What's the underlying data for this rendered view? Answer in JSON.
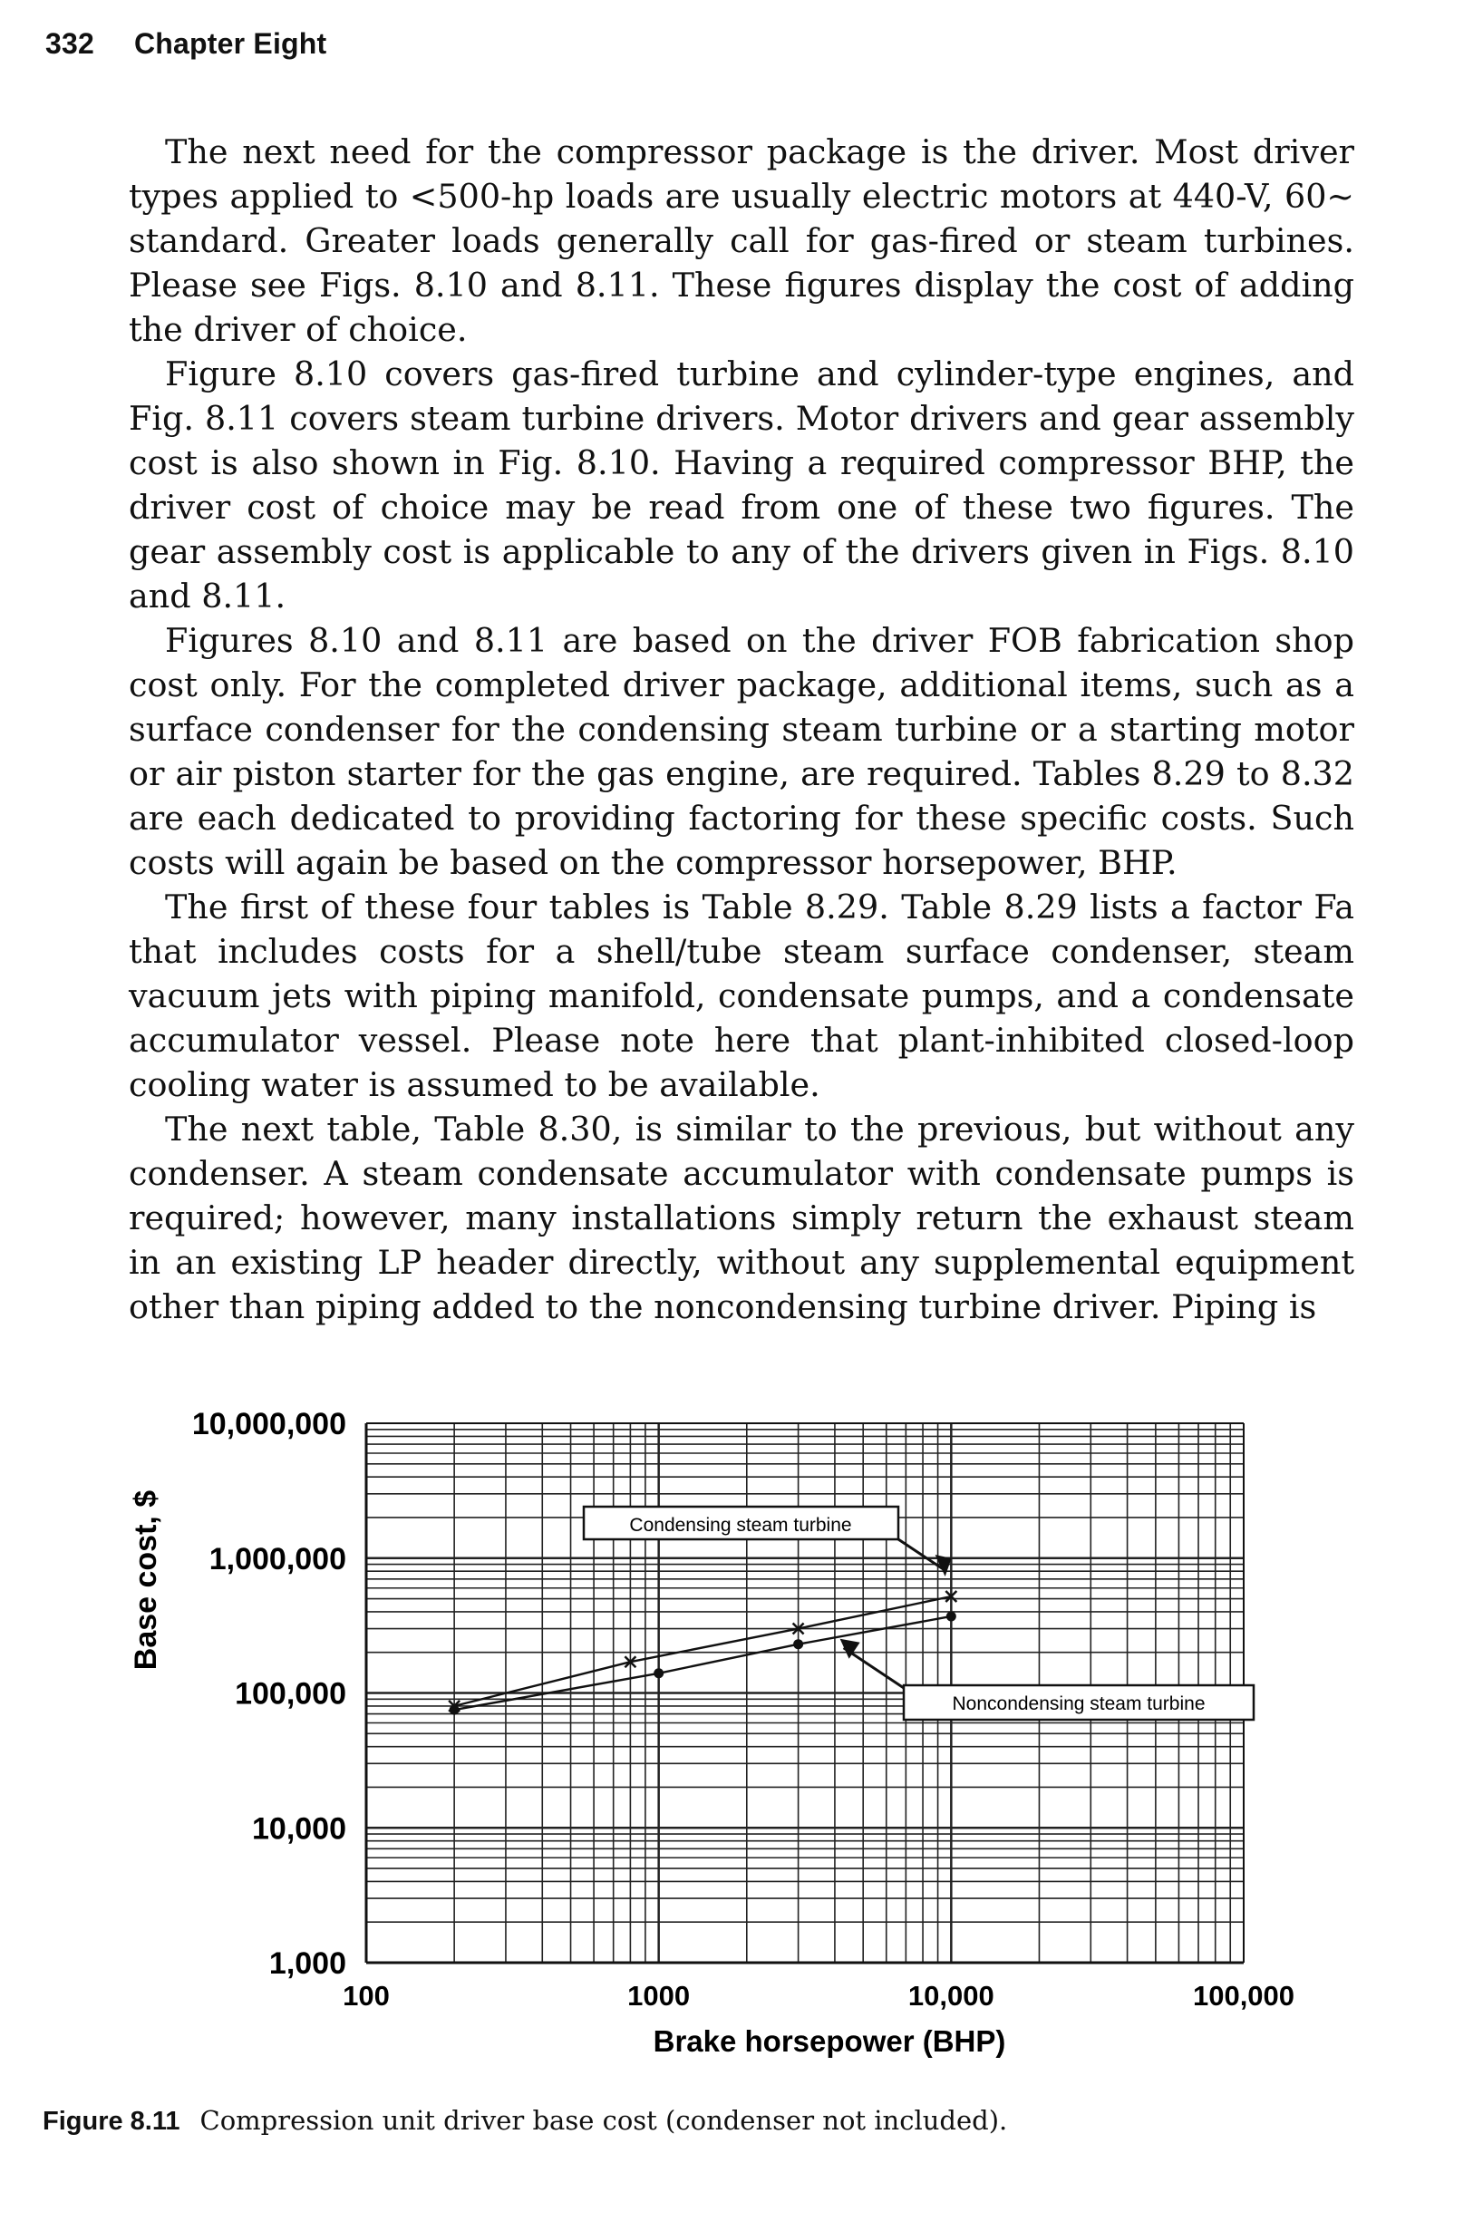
{
  "header": {
    "page_number": "332",
    "chapter": "Chapter Eight"
  },
  "paragraphs": [
    "The next need for the compressor package is the driver. Most driver types applied to <500-hp loads are usually electric motors at 440-V, 60~ standard. Greater loads generally call for gas-fired or steam turbines. Please see Figs. 8.10 and 8.11. These figures display the cost of adding the driver of choice.",
    "Figure 8.10 covers gas-fired turbine and cylinder-type engines, and Fig. 8.11 covers steam turbine drivers. Motor drivers and gear assembly cost is also shown in Fig. 8.10. Having a required compressor BHP, the driver cost of choice may be read from one of these two figures. The gear assembly cost is applicable to any of the drivers given in Figs. 8.10 and 8.11.",
    "Figures 8.10 and 8.11 are based on the driver FOB fabrication shop cost only. For the completed driver package, additional items, such as a surface condenser for the condensing steam turbine or a starting motor or air piston starter for the gas engine, are required. Tables 8.29 to 8.32 are each dedicated to providing factoring for these specific costs. Such costs will again be based on the compressor horsepower, BHP.",
    "The first of these four tables is Table 8.29. Table 8.29 lists a factor Fa that includes costs for a shell/tube steam surface condenser, steam vacuum jets with piping manifold, condensate pumps, and a condensate accumulator vessel. Please note here that plant-inhibited closed-loop cooling water is assumed to be available.",
    "The next table, Table 8.30, is similar to the previous, but without any condenser. A steam condensate accumulator with condensate pumps is required; however, many installations simply return the exhaust steam in an existing LP header directly, without any supplemental equipment other than piping added to the noncondensing turbine driver. Piping is"
  ],
  "figure": {
    "number": "Figure 8.11",
    "caption": "Compression unit driver base cost (condenser not included)."
  },
  "chart_data": {
    "type": "line",
    "xlabel": "Brake horsepower (BHP)",
    "ylabel": "Base cost, $",
    "x_scale": "log",
    "y_scale": "log",
    "xlim": [
      100,
      100000
    ],
    "ylim": [
      1000,
      10000000
    ],
    "x_ticks": [
      100,
      1000,
      10000,
      100000
    ],
    "x_tick_labels": [
      "100",
      "1000",
      "10,000",
      "100,000"
    ],
    "y_ticks": [
      1000,
      10000,
      100000,
      1000000,
      10000000
    ],
    "y_tick_labels": [
      "1,000",
      "10,000",
      "100,000",
      "1,000,000",
      "10,000,000"
    ],
    "grid": true,
    "series": [
      {
        "name": "Condensing steam turbine",
        "x": [
          200,
          800,
          3000,
          10000
        ],
        "y": [
          80000,
          170000,
          300000,
          520000
        ]
      },
      {
        "name": "Noncondensing steam turbine",
        "x": [
          200,
          1000,
          3000,
          10000
        ],
        "y": [
          75000,
          140000,
          230000,
          370000
        ]
      }
    ]
  }
}
